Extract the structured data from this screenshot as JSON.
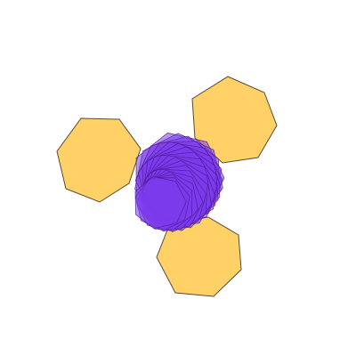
{
  "colors": {
    "background": "#ffffff",
    "heptagon_fill": "#ffd166",
    "heptagon_stroke": "#5a4a3a",
    "swirl_fill": "#7c3aed",
    "swirl_stroke": "#4c1d95"
  },
  "shapes": {
    "heptagon_count": 3,
    "swirl_layer_count": 18,
    "swirl_layer_opacity": 0.55
  }
}
